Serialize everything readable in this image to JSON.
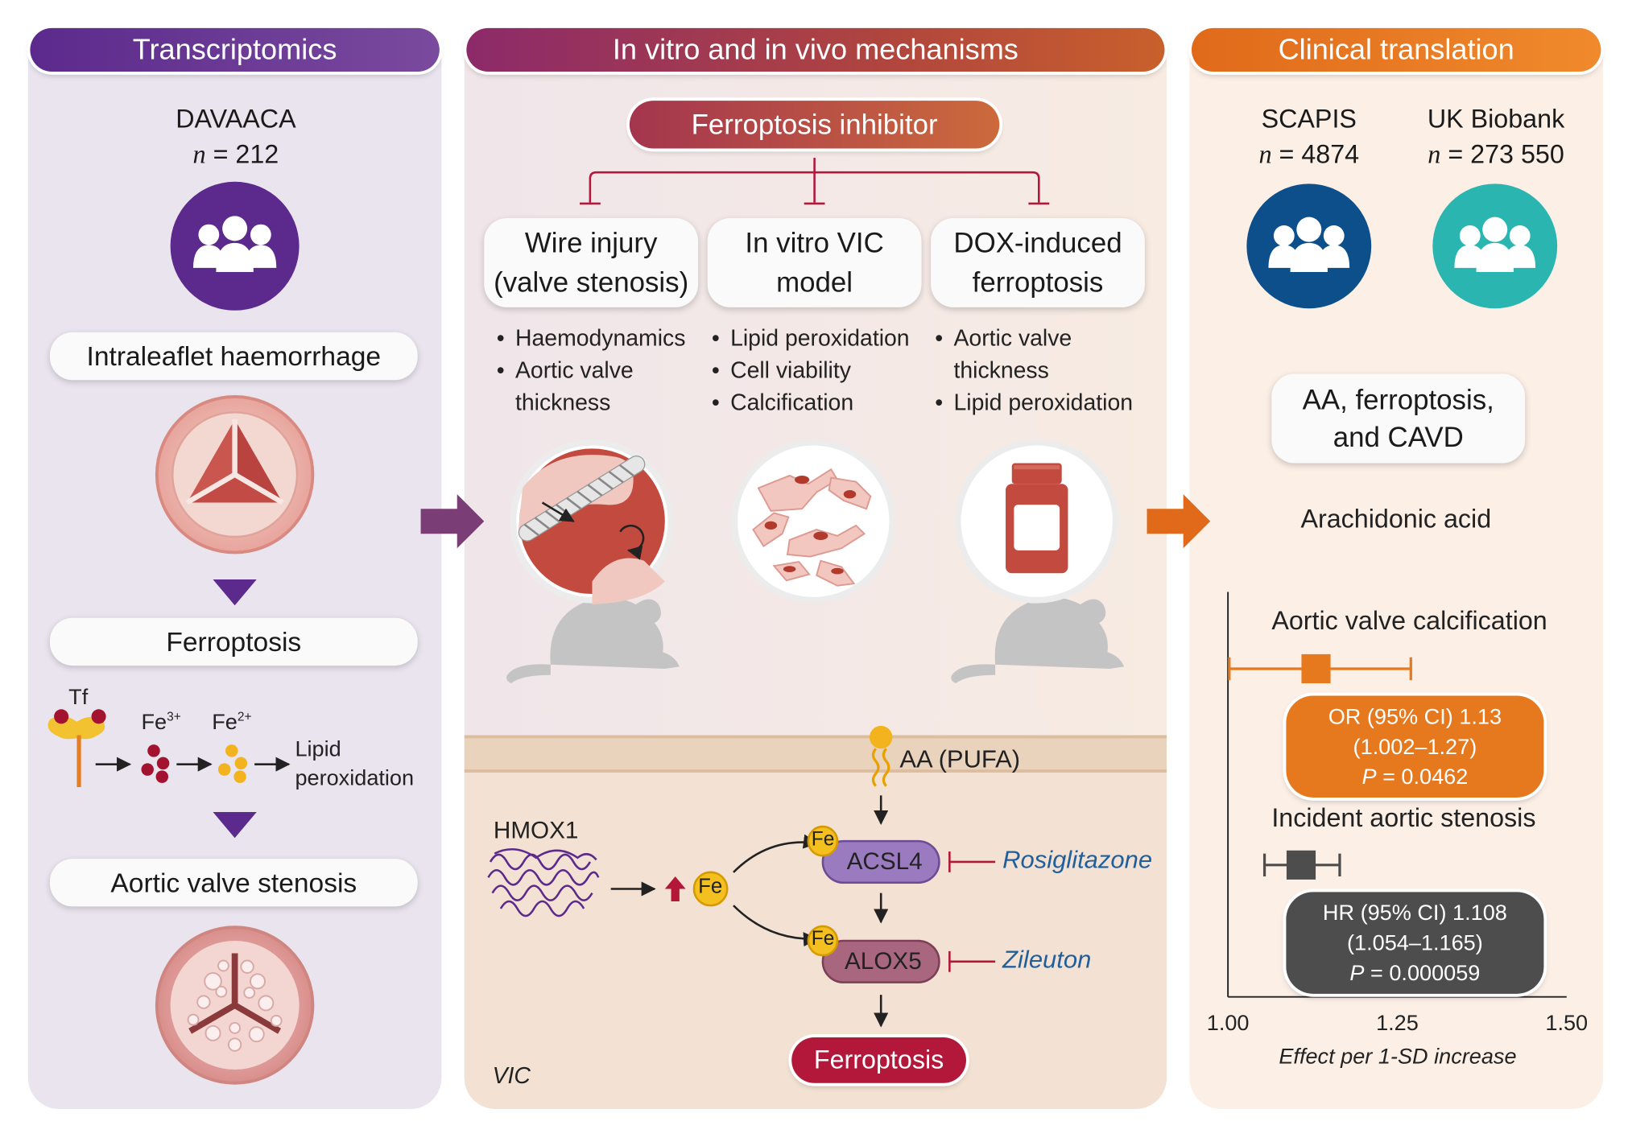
{
  "colors": {
    "purple": "#5b2a8c",
    "maroon": "#8c2a4a",
    "orange": "#e6781e",
    "dark_blue": "#0d4f8b",
    "teal": "#2bb5b0",
    "dark_gray": "#4d4d4d",
    "ferroptosis_red": "#b3173a"
  },
  "headers": {
    "transcriptomics": "Transcriptomics",
    "mechanisms": "In vitro and in vivo mechanisms",
    "clinical": "Clinical translation"
  },
  "left": {
    "cohort_name": "DAVAACA",
    "cohort_n_symbol": "n",
    "cohort_n_value": " = 212",
    "pill_haemorrhage": "Intraleaflet haemorrhage",
    "pill_ferroptosis": "Ferroptosis",
    "pill_stenosis": "Aortic valve stenosis",
    "tf": "Tf",
    "fe3": "Fe",
    "fe3_sup": "3+",
    "fe2": "Fe",
    "fe2_sup": "2+",
    "lipid_line1": "Lipid",
    "lipid_line2": "peroxidation",
    "icons": [
      "people-group-icon",
      "normal-valve-icon",
      "triangle-down-icon",
      "transferrin-icon",
      "calcified-valve-icon"
    ]
  },
  "middle": {
    "inhibitor": "Ferroptosis inhibitor",
    "models": [
      {
        "line1": "Wire injury",
        "line2": "(valve stenosis)",
        "bullets": [
          "Haemodynamics",
          "Aortic valve",
          "thickness"
        ]
      },
      {
        "line1": "In vitro VIC",
        "line2": "model",
        "bullets": [
          "Lipid peroxidation",
          "Cell viability",
          "Calcification"
        ]
      },
      {
        "line1": "DOX-induced",
        "line2": "ferroptosis",
        "bullets": [
          "Aortic valve",
          "thickness",
          "Lipid peroxidation"
        ]
      }
    ],
    "pathway": {
      "aa_pufa": "AA (PUFA)",
      "hmox1": "HMOX1",
      "fe": "Fe",
      "acsl4": "ACSL4",
      "alox5": "ALOX5",
      "rosiglitazone": "Rosiglitazone",
      "zileuton": "Zileuton",
      "ferroptosis": "Ferroptosis",
      "vic": "VIC"
    },
    "icons": [
      "wire-injury-icon",
      "vic-cells-icon",
      "pill-bottle-icon",
      "mouse-icon"
    ]
  },
  "right": {
    "cohorts": [
      {
        "name": "SCAPIS",
        "n_symbol": "n",
        "n_value": " = 4874"
      },
      {
        "name": "UK Biobank",
        "n_symbol": "n",
        "n_value": " = 273 550"
      }
    ],
    "summary_line1": "AA, ferroptosis,",
    "summary_line2": "and CAVD",
    "exposure": "Arachidonic acid"
  },
  "chart_data": {
    "type": "forest",
    "xlabel": "Effect per 1-SD increase",
    "xlim": [
      1.0,
      1.5
    ],
    "ticks": [
      "1.00",
      "1.25",
      "1.50"
    ],
    "tick_values": [
      1.0,
      1.25,
      1.5
    ],
    "series": [
      {
        "name": "Aortic valve calcification",
        "estimate": 1.13,
        "ci_low": 1.002,
        "ci_high": 1.27,
        "stat_label": "OR (95% CI)",
        "estimate_text": "1.13",
        "ci_text": "(1.002–1.27)",
        "p_symbol": "P",
        "p_text": " = 0.0462",
        "color": "#e6781e"
      },
      {
        "name": "Incident aortic stenosis",
        "estimate": 1.108,
        "ci_low": 1.054,
        "ci_high": 1.165,
        "stat_label": "HR (95% CI)",
        "estimate_text": "1.108",
        "ci_text": "(1.054–1.165)",
        "p_symbol": "P",
        "p_text": " = 0.000059",
        "color": "#4d4d4d"
      }
    ]
  }
}
